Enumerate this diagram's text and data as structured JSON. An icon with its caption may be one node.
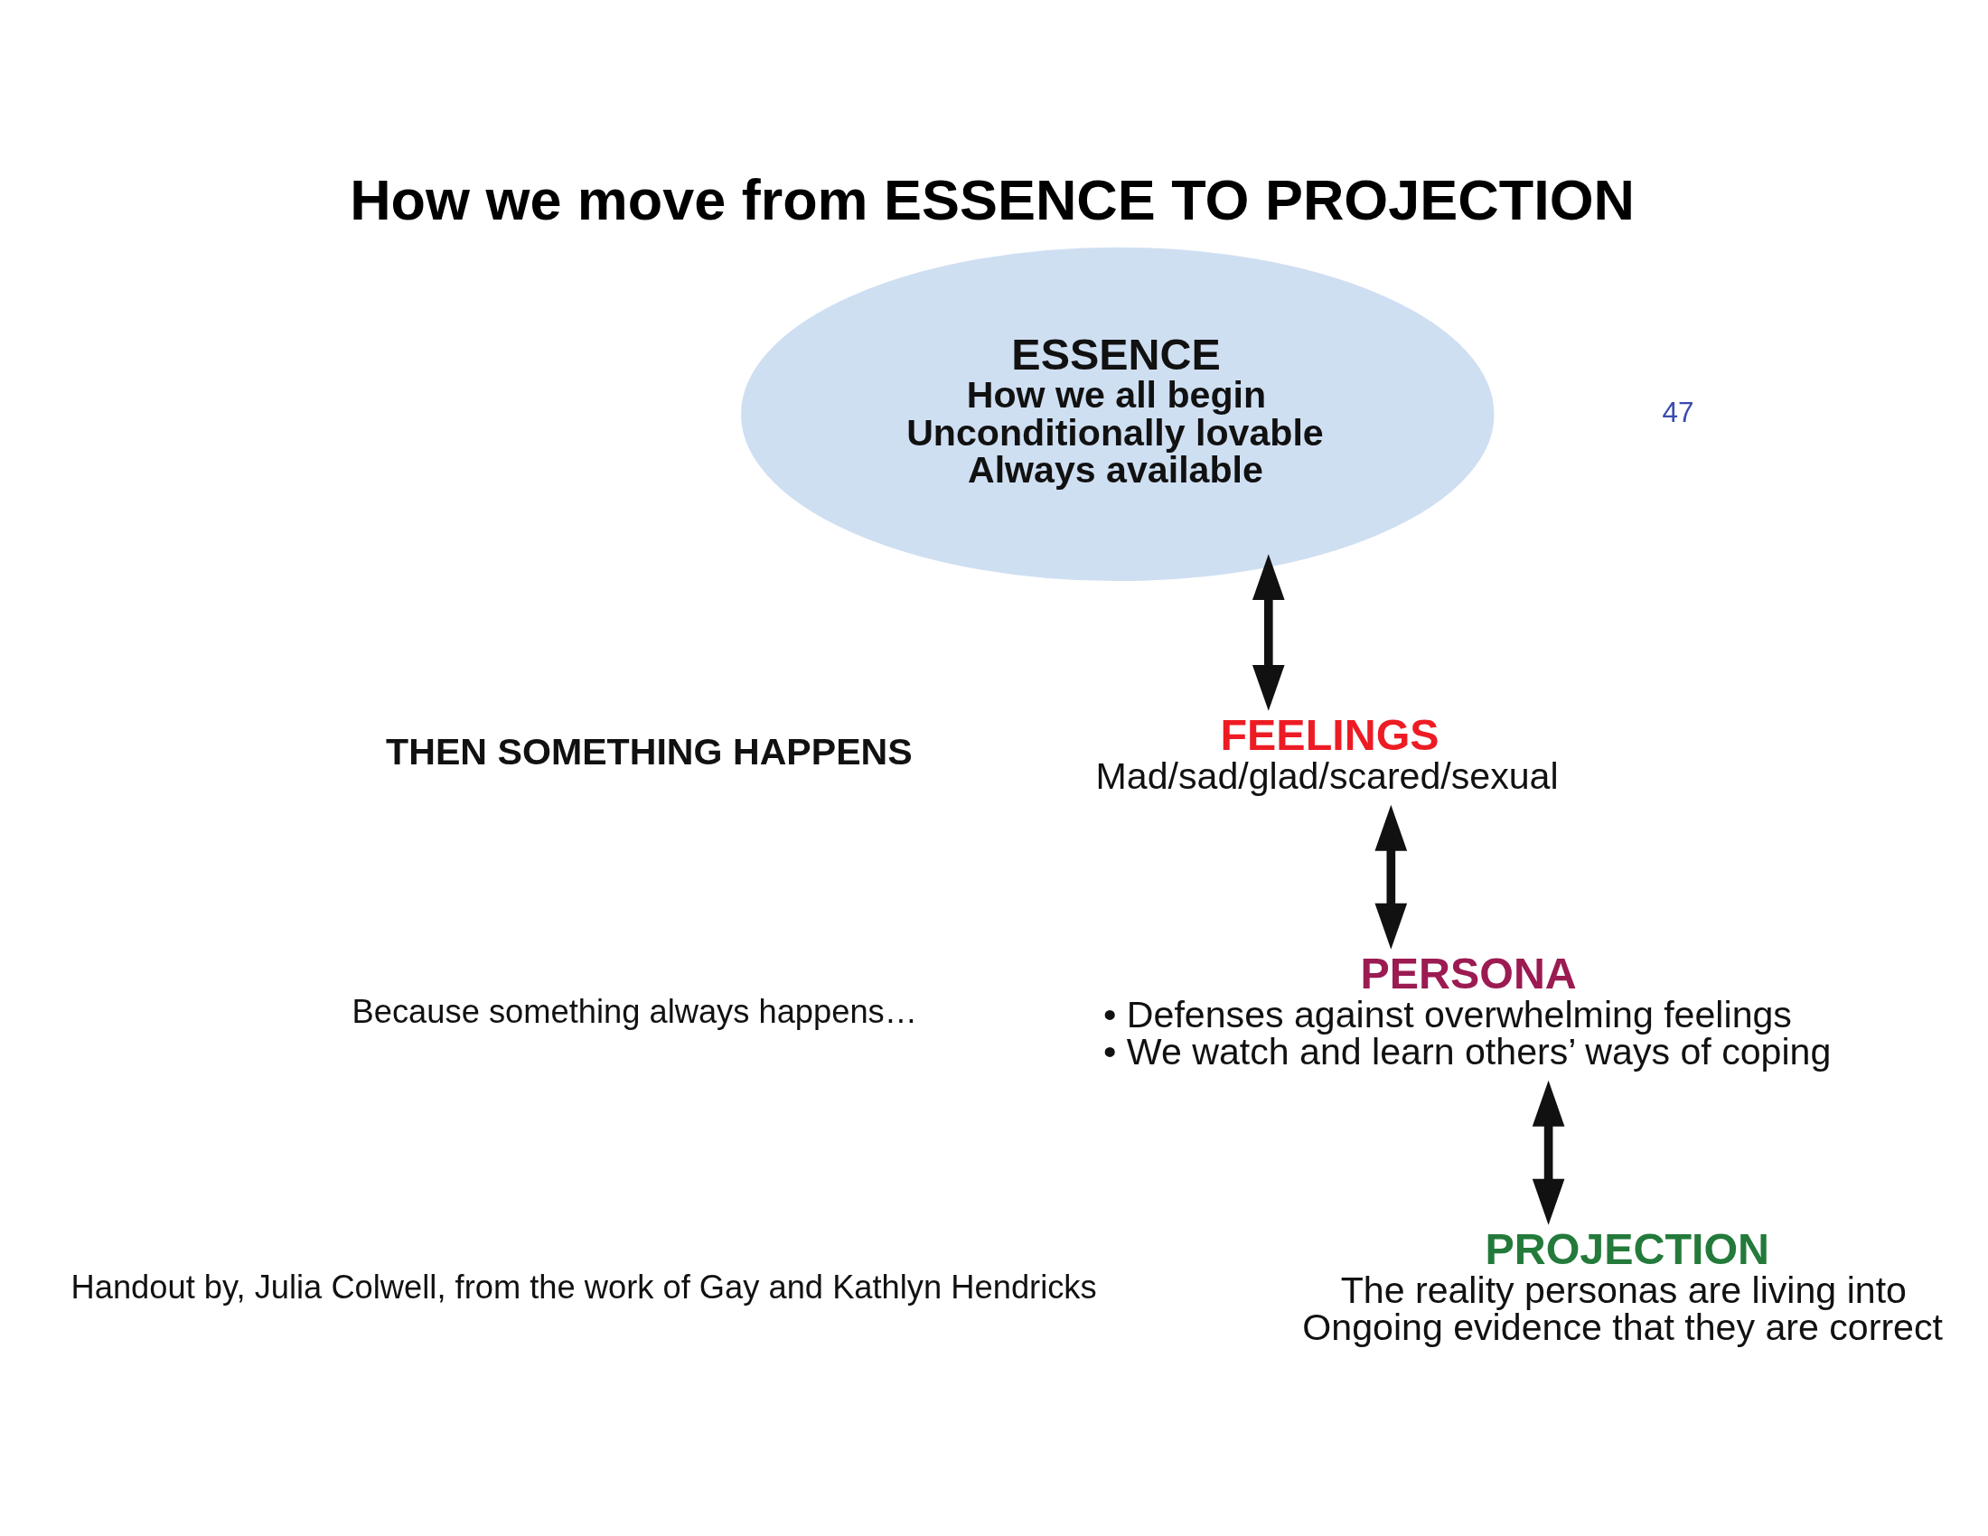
{
  "diagram": {
    "title": "How we move from ESSENCE TO PROJECTION",
    "caption": "Handout by, Julia Colwell, from the work of Gay and Kathlyn Hendricks",
    "nodes": [
      {
        "text": [
          "ESSENCE",
          "How we all begin",
          "Unconditionally lovable",
          "Always available"
        ]
      },
      {
        "text": [
          "FEELINGS",
          "Mad/sad/glad/scared/sexual"
        ]
      },
      {
        "text": [
          "PERSONA",
          "• Defenses against overwhelming feelings",
          "• We watch and learn others’ ways of coping"
        ]
      },
      {
        "text": [
          "PROJECTION",
          "The reality personas are living into",
          "Ongoing evidence that they are correct"
        ]
      }
    ],
    "edges": [
      {
        "from": 0,
        "to": 1,
        "arrow": "both"
      },
      {
        "from": 1,
        "to": 2,
        "arrow": "both"
      },
      {
        "from": 2,
        "to": 3,
        "arrow": "both"
      }
    ],
    "labels": [
      "47",
      "THEN SOMETHING HAPPENS",
      "Because something always happens…"
    ]
  }
}
